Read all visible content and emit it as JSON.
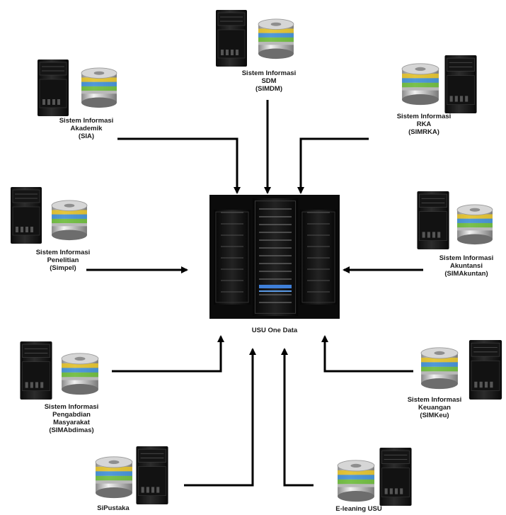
{
  "center": {
    "label": "USU One Data"
  },
  "nodes": [
    {
      "id": "simdm",
      "lines": [
        "Sistem Informasi",
        "SDM",
        "(SIMDM)"
      ]
    },
    {
      "id": "sia",
      "lines": [
        "Sistem Informasi",
        "Akademik",
        "(SIA)"
      ]
    },
    {
      "id": "simrka",
      "lines": [
        "Sistem Informasi",
        "RKA",
        "(SIMRKA)"
      ]
    },
    {
      "id": "simpel",
      "lines": [
        "Sistem Informasi",
        "Penelitian",
        "(Simpel)"
      ]
    },
    {
      "id": "simakuntan",
      "lines": [
        "Sistem Informasi",
        "Akuntansi",
        "(SIMAkuntan)"
      ]
    },
    {
      "id": "simabdimas",
      "lines": [
        "Sistem Informasi",
        "Pengabdian",
        "Masyarakat",
        "(SIMAbdimas)"
      ]
    },
    {
      "id": "simkeu",
      "lines": [
        "Sistem Informasi",
        "Keuangan",
        "(SIMKeu)"
      ]
    },
    {
      "id": "sipustaka",
      "lines": [
        "SiPustaka"
      ]
    },
    {
      "id": "elearning",
      "lines": [
        "E-leaning USU"
      ]
    }
  ],
  "colors": {
    "arrow": "#000000",
    "server_body": "#1b1b1b",
    "db_bands": [
      "#c9c9c9",
      "#e7c52a",
      "#3f8fd6",
      "#6dbb3b",
      "#d8d8d8"
    ]
  },
  "icons": [
    "server-icon",
    "database-icon",
    "datacenter-icon"
  ]
}
